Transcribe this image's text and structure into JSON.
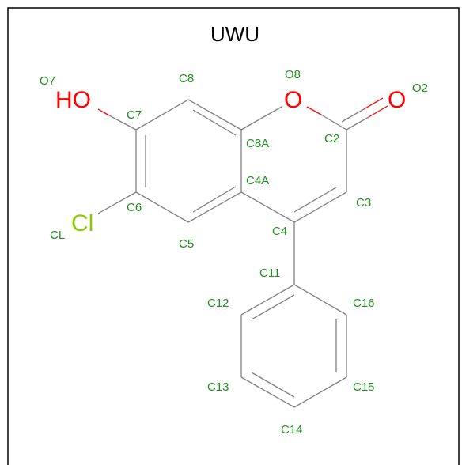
{
  "title": "UWU",
  "colors": {
    "carbon_bond": "#808080",
    "oxygen": "#ff0000",
    "chlorine": "#88cc00",
    "atom_label": "#1f8f1f",
    "border": "#000000"
  },
  "heteroatoms": {
    "hydroxyl": "HO",
    "ring_oxygen": "O",
    "carbonyl_oxygen": "O",
    "chlorine": "Cl"
  },
  "atom_labels": {
    "o7": "O7",
    "c8": "C8",
    "o8": "O8",
    "o2": "O2",
    "c7": "C7",
    "c8a": "C8A",
    "c2": "C2",
    "c4a": "C4A",
    "c6": "C6",
    "c3": "C3",
    "cl": "CL",
    "c4": "C4",
    "c5": "C5",
    "c11": "C11",
    "c12": "C12",
    "c16": "C16",
    "c13": "C13",
    "c15": "C15",
    "c14": "C14"
  }
}
